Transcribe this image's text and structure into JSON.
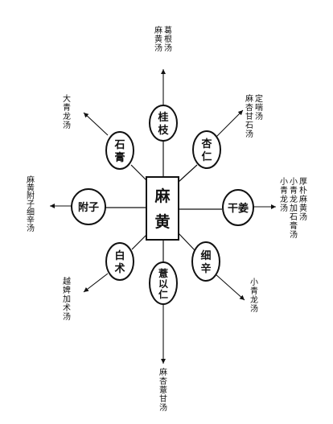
{
  "center": {
    "herb": "麻黄"
  },
  "herbs": [
    {
      "id": "guizhi",
      "text": "桂枝"
    },
    {
      "id": "xingren",
      "text": "杏仁"
    },
    {
      "id": "ganjiang",
      "text": "干姜"
    },
    {
      "id": "xixin",
      "text": "细辛"
    },
    {
      "id": "yiyiren",
      "text": "薏以仁"
    },
    {
      "id": "baizhu",
      "text": "白术"
    },
    {
      "id": "fuzi",
      "text": "附子"
    },
    {
      "id": "shigao",
      "text": "石膏"
    }
  ],
  "formulas": [
    {
      "id": "guizhi",
      "columns": [
        "葛根汤",
        "麻黄汤"
      ]
    },
    {
      "id": "xingren",
      "columns": [
        "定喘汤",
        "麻杏甘石汤"
      ]
    },
    {
      "id": "ganjiang",
      "columns": [
        "厚朴麻黄汤",
        "小青龙加石膏汤",
        "小青龙汤"
      ]
    },
    {
      "id": "xixin",
      "columns": [
        "小青龙汤"
      ]
    },
    {
      "id": "yiyiren",
      "columns": [
        "麻杏薏甘汤"
      ]
    },
    {
      "id": "baizhu",
      "columns": [
        "越婢加术汤"
      ]
    },
    {
      "id": "fuzi",
      "columns": [
        "麻黄附子细辛汤"
      ]
    },
    {
      "id": "shigao",
      "columns": [
        "大青龙汤"
      ]
    }
  ]
}
